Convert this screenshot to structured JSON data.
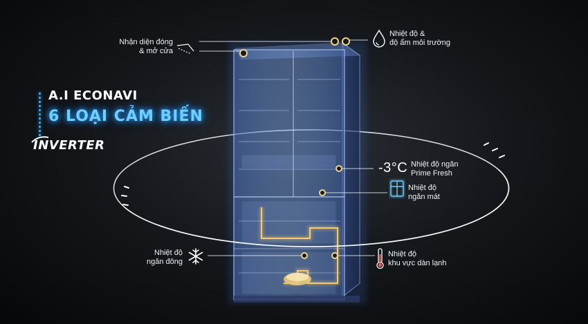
{
  "brand": {
    "ai_econavi": "A.I ECONAVI",
    "sensors": "6 LOẠI CẢM BIẾN",
    "inverter": "INVERTER"
  },
  "labels": {
    "door": [
      "Nhận diện đóng",
      "& mở cửa"
    ],
    "humidity": [
      "Nhiệt độ &",
      "độ ẩm môi trường"
    ],
    "prime_temp": "-3°C",
    "prime": [
      "Nhiệt độ ngăn",
      "Prime Fresh"
    ],
    "fridge": [
      "Nhiệt độ",
      "ngăn mát"
    ],
    "freezer": [
      "Nhiệt độ",
      "ngăn đông"
    ],
    "evaporator": [
      "Nhiệt độ",
      "khu vực dàn lạnh"
    ]
  },
  "colors": {
    "glow_blue": "#5fc6ff",
    "glass_blue": "#7fa6e0",
    "pipe_gold": "#ffcf6a"
  }
}
